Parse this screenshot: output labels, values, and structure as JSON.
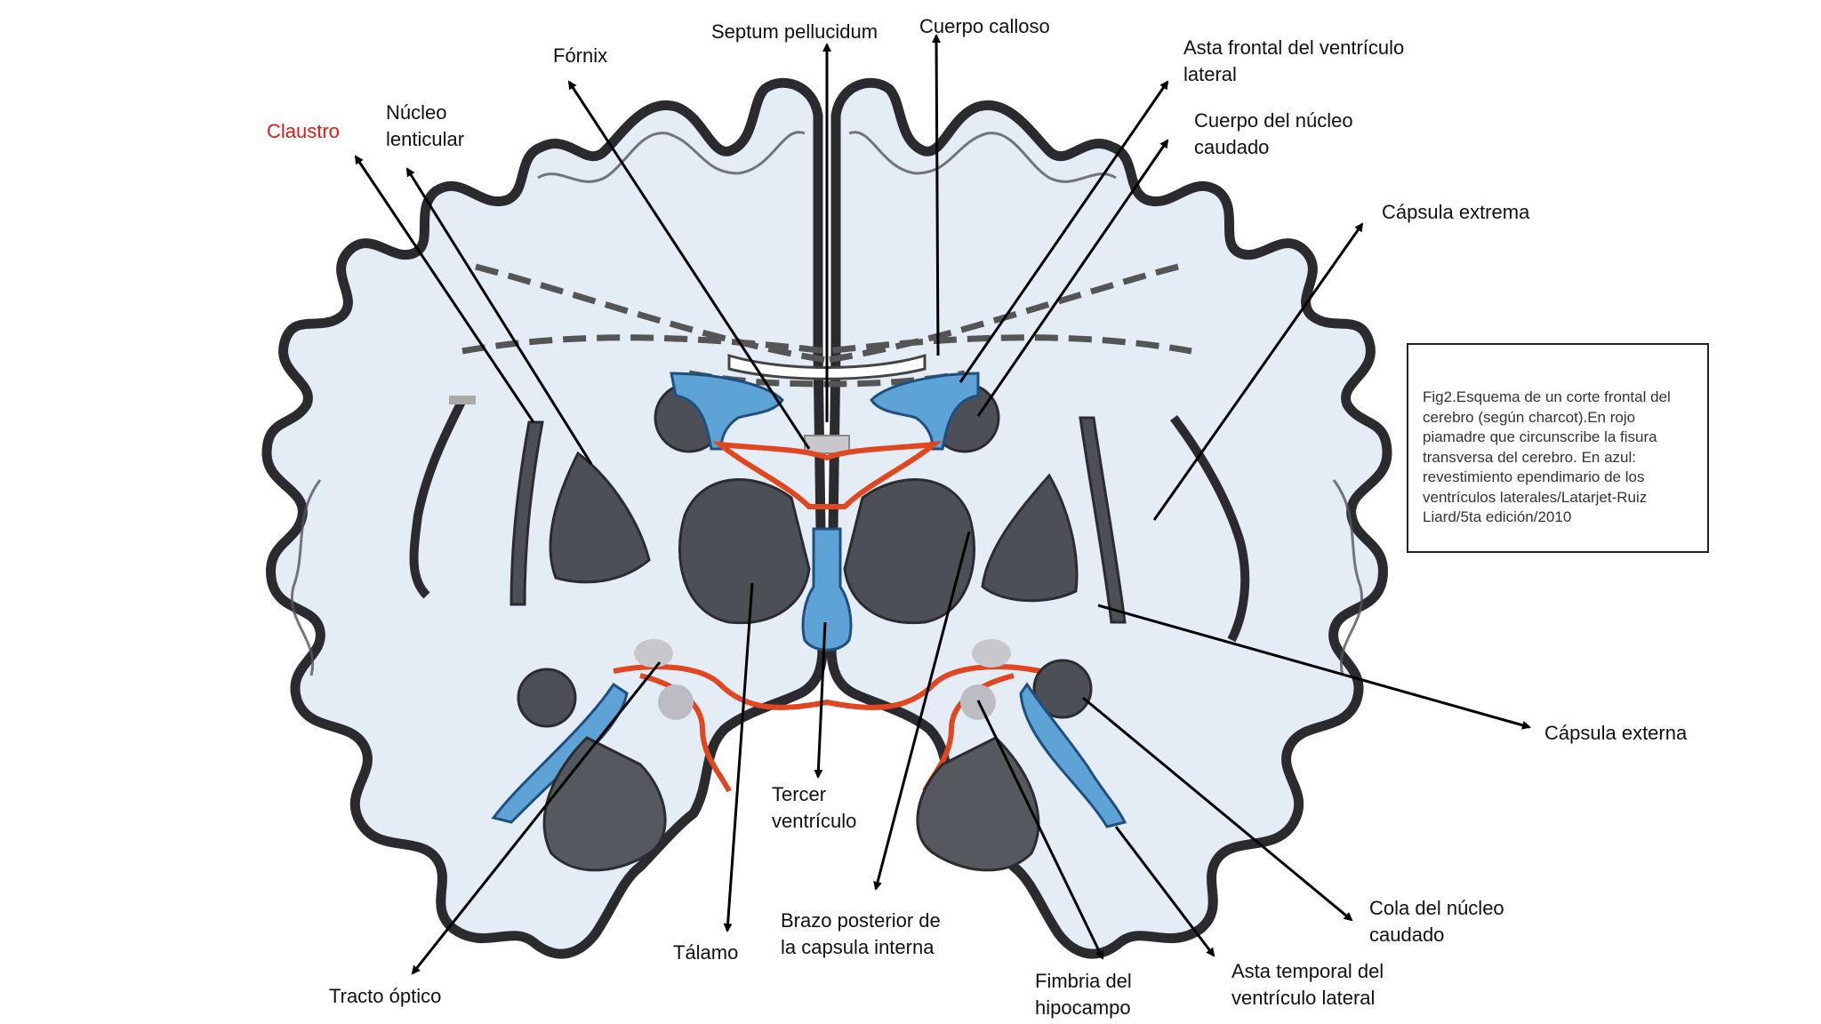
{
  "labels": {
    "septum_pellucidum": "Septum pellucidum",
    "cuerpo_calloso": "Cuerpo calloso",
    "fornix": "Fórnix",
    "asta_frontal_1": "Asta frontal del ventrículo",
    "asta_frontal_2": "lateral",
    "claustro": "Claustro",
    "nucleo_lenticular_1": "Núcleo",
    "nucleo_lenticular_2": "lenticular",
    "cuerpo_caudado_1": "Cuerpo del núcleo",
    "cuerpo_caudado_2": "caudado",
    "capsula_extrema": "Cápsula extrema",
    "capsula_externa": "Cápsula externa",
    "tercer_ventriculo_1": "Tercer",
    "tercer_ventriculo_2": "ventrículo",
    "brazo_posterior_1": "Brazo posterior de",
    "brazo_posterior_2": "la capsula interna",
    "cola_caudado_1": "Cola del núcleo",
    "cola_caudado_2": "caudado",
    "talamo": "Tálamo",
    "asta_temporal_1": "Asta temporal del",
    "asta_temporal_2": "ventrículo lateral",
    "tracto_optico": "Tracto óptico",
    "fimbria_1": "Fimbria del",
    "fimbria_2": "hipocampo"
  },
  "caption": "Fig2.Esquema de un corte  frontal del cerebro (según charcot).En rojo piamadre que circunscribe la fisura transversa del cerebro. En azul: revestimiento ependimario de los ventrículos laterales/Latarjet-Ruiz Liard/5ta edición/2010",
  "colors": {
    "claustro_label": "#e31818",
    "pia_mater": "#e0461f",
    "ependyma": "#5da3d6",
    "white_matter": "#e4ecf6",
    "gray_matter": "#4c4f56"
  }
}
